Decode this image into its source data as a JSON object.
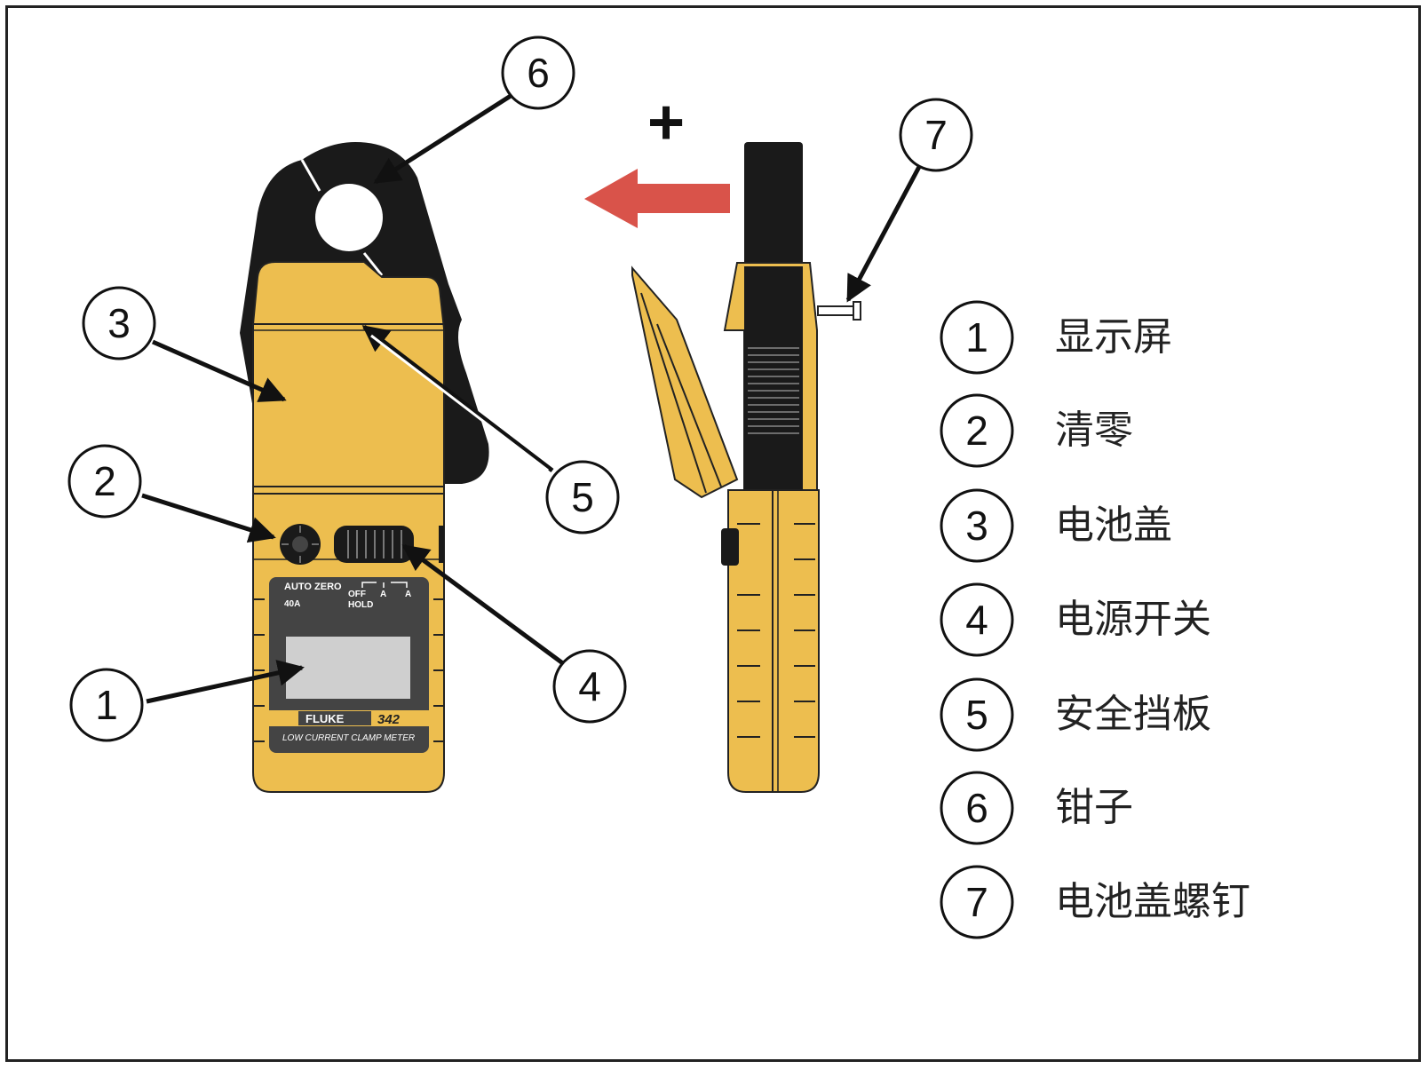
{
  "callouts": [
    "1",
    "2",
    "3",
    "4",
    "5",
    "6",
    "7"
  ],
  "legend": [
    {
      "num": "1",
      "label": "显示屏"
    },
    {
      "num": "2",
      "label": "清零"
    },
    {
      "num": "3",
      "label": "电池盖"
    },
    {
      "num": "4",
      "label": "电源开关"
    },
    {
      "num": "5",
      "label": "安全挡板"
    },
    {
      "num": "6",
      "label": "钳子"
    },
    {
      "num": "7",
      "label": "电池盖螺钉"
    }
  ],
  "meter_panel": {
    "auto_zero": "AUTO ZERO",
    "range": "40A",
    "off": "OFF",
    "hold": "HOLD",
    "ac_a": "A",
    "dc_a": "A",
    "brand": "FLUKE",
    "model": "342",
    "subtitle": "LOW CURRENT CLAMP METER"
  },
  "plus_sign": "+",
  "colors": {
    "body_yellow": "#EDBE4F",
    "jaw_black": "#1a1a1a",
    "panel_gray": "#444444",
    "lcd_gray": "#cfcfcf",
    "arrow_red": "#D9534A"
  }
}
